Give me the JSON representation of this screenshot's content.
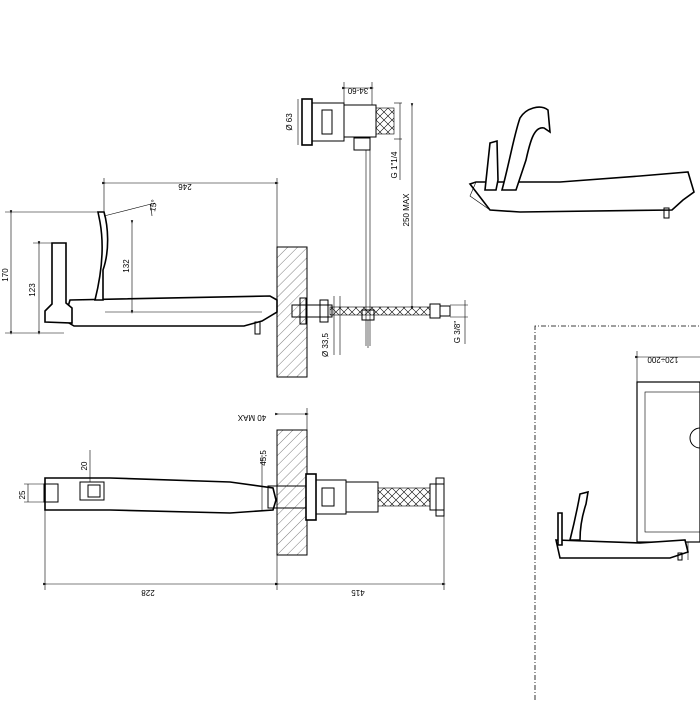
{
  "dimensions": {
    "outlet_length": "246",
    "spout_angle": "15°",
    "total_height": "170",
    "lever_height": "123",
    "spout_height": "132",
    "body_diameter": "Ø 63",
    "connection_depth": "34-60",
    "inlet_thread": "G 1\"1/4",
    "inlet_length": "250 MAX",
    "pipe_diameter": "Ø 33,5",
    "outlet_thread": "G 3/8\"",
    "wall_max": "40 MAX",
    "plate_size": "45,5",
    "lever_width": "25",
    "spout_width": "20",
    "projection": "228",
    "body_length": "415",
    "range_offset": "120÷200"
  },
  "colors": {
    "line": "#000000",
    "background": "#ffffff"
  }
}
